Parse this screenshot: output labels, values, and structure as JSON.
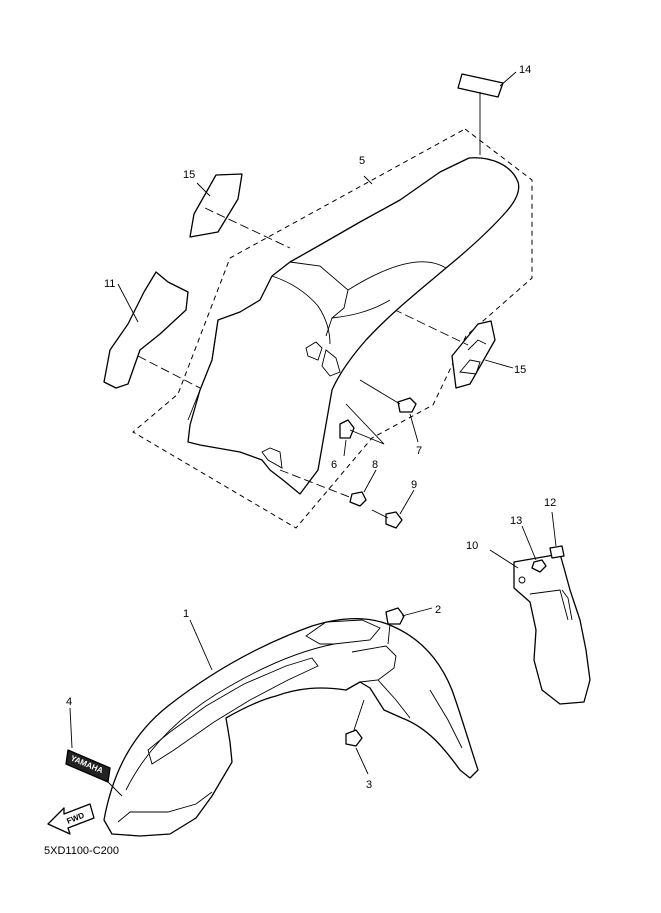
{
  "diagram_code": "5XD1100-C200",
  "callouts": {
    "c1": "1",
    "c2": "2",
    "c3": "3",
    "c4": "4",
    "c5": "5",
    "c6": "6",
    "c7": "7",
    "c8": "8",
    "c9": "9",
    "c10": "10",
    "c11": "11",
    "c12": "12",
    "c13": "13",
    "c14": "14",
    "c15a": "15",
    "c15b": "15"
  },
  "emblem_text": "YAMAHA",
  "arrow_text": "FWD"
}
